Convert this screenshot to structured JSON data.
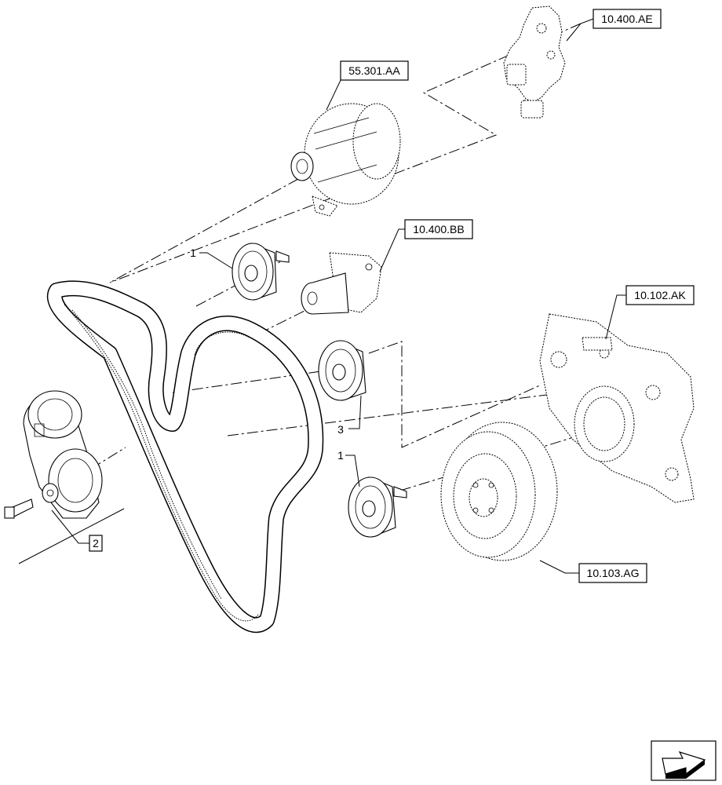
{
  "references": {
    "camshaft_housing": "10.400.AE",
    "alternator": "55.301.AA",
    "thermostat_housing": "10.400.BB",
    "front_cover": "10.102.AK",
    "damper": "10.103.AG"
  },
  "items": {
    "idler_upper": "1",
    "idler_lower": "1",
    "idler_middle": "3",
    "tensioner": "2"
  },
  "icons": {
    "corner_symbol": "arrow-icon"
  }
}
